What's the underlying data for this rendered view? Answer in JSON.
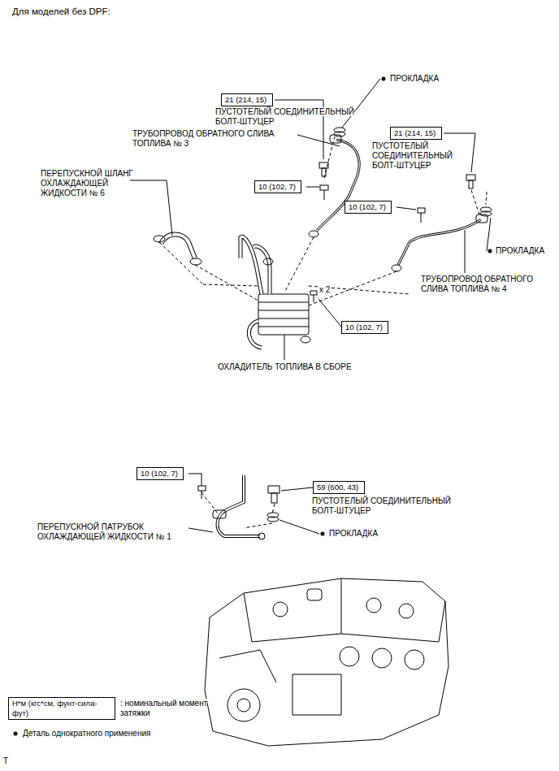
{
  "diagram": {
    "title": "Для моделей без DPF:",
    "nodes": [
      {
        "text": [
          "21 (214, 15)"
        ]
      },
      {
        "text": [
          "21 (214, 15)"
        ]
      },
      {
        "text": [
          "10 (102, 7)"
        ]
      },
      {
        "text": [
          "10 (102, 7)"
        ]
      },
      {
        "text": [
          "10 (102, 7)"
        ]
      },
      {
        "text": [
          "10 (102, 7)"
        ]
      },
      {
        "text": [
          "59 (600, 43)"
        ]
      },
      {
        "text": [
          "Н*м (кгс*см, фунт-сила-фут)"
        ]
      }
    ],
    "labels": [
      "ПРОКЛАДКА",
      "ПУСТОТЕЛЫЙ СОЕДИНИТЕЛЬНЫЙ БОЛТ-ШТУЦЕР",
      "ТРУБОПРОВОД ОБРАТНОГО СЛИВА ТОПЛИВА № 3",
      "ПУСТОТЕЛЫЙ СОЕДИНИТЕЛЬНЫЙ БОЛТ-ШТУЦЕР",
      "ПЕРЕПУСКНОЙ ШЛАНГ ОХЛАЖДАЮЩЕЙ ЖИДКОСТИ № 6",
      "ПРОКЛАДКА",
      "ТРУБОПРОВОД ОБРАТНОГО СЛИВА ТОПЛИВА № 4",
      "x 2",
      "ОХЛАДИТЕЛЬ ТОПЛИВА В СБОРЕ",
      "ПУСТОТЕЛЫЙ СОЕДИНИТЕЛЬНЫЙ БОЛТ-ШТУЦЕР",
      "ПЕРЕПУСКНОЙ ПАТРУБОК ОХЛАЖДАЮЩЕЙ ЖИДКОСТИ № 1",
      "ПРОКЛАДКА",
      ": номинальный момент затяжки",
      "T"
    ],
    "legend": [
      {
        "text": "Деталь однократного применения"
      }
    ]
  }
}
